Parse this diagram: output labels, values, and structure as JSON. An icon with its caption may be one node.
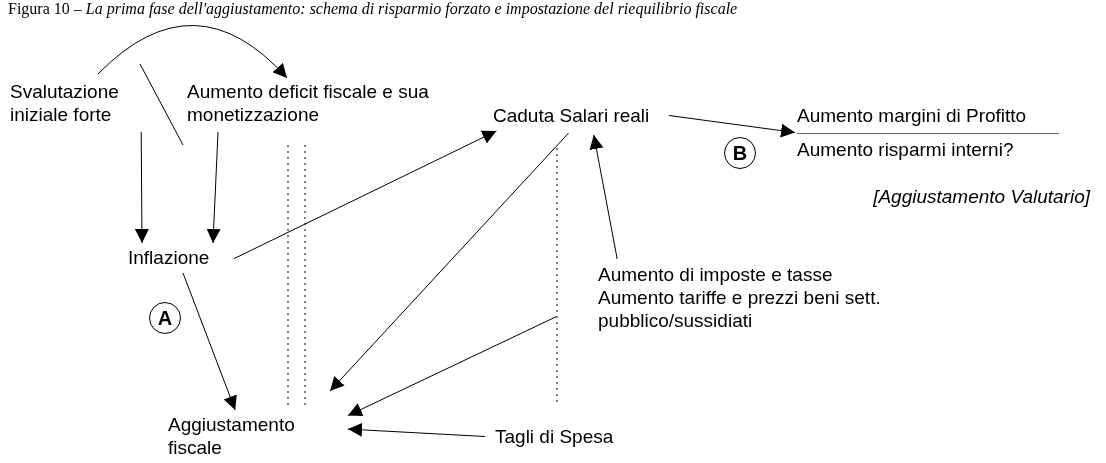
{
  "diagram": {
    "title": "Figura 10 – *La prima fase dell'aggiustamento: schema di risparmio forzato e impostazione del riequilibrio fiscale*",
    "nodes": [
      {
        "text": [
          "Svalutazione iniziale forte"
        ]
      },
      {
        "text": [
          "Aumento deficit fiscale e sua monetizzazione"
        ]
      },
      {
        "text": [
          "Caduta Salari reali"
        ]
      },
      {
        "text": [
          "Aumento margini di Profitto",
          "Aumento risparmi interni?"
        ]
      },
      {
        "text": [
          "Inflazione"
        ]
      },
      {
        "text": [
          "Aumento di imposte e tasse",
          "Aumento tariffe e prezzi beni sett. pubblico/sussidiati"
        ]
      },
      {
        "text": [
          "Aggiustamento fiscale"
        ]
      },
      {
        "text": [
          "Tagli di Spesa"
        ]
      },
      {
        "text": [
          "A"
        ]
      },
      {
        "text": [
          "B"
        ]
      }
    ],
    "edges": [
      {
        "from": 0,
        "to": 1,
        "arrow": "to"
      },
      {
        "from": 0,
        "to": 4,
        "arrow": "to"
      },
      {
        "from": 1,
        "to": 4,
        "arrow": "to"
      },
      {
        "from": 4,
        "to": 2,
        "arrow": "to"
      },
      {
        "from": 4,
        "to": 6,
        "arrow": "to"
      },
      {
        "from": 2,
        "to": 6,
        "arrow": "to"
      },
      {
        "from": 5,
        "to": 2,
        "arrow": "to"
      },
      {
        "from": 5,
        "to": 6,
        "arrow": "to"
      },
      {
        "from": 7,
        "to": 6,
        "arrow": "to"
      },
      {
        "from": 2,
        "to": 3,
        "arrow": "to"
      }
    ],
    "labels": [
      "[Aggiustamento Valutario]"
    ]
  }
}
